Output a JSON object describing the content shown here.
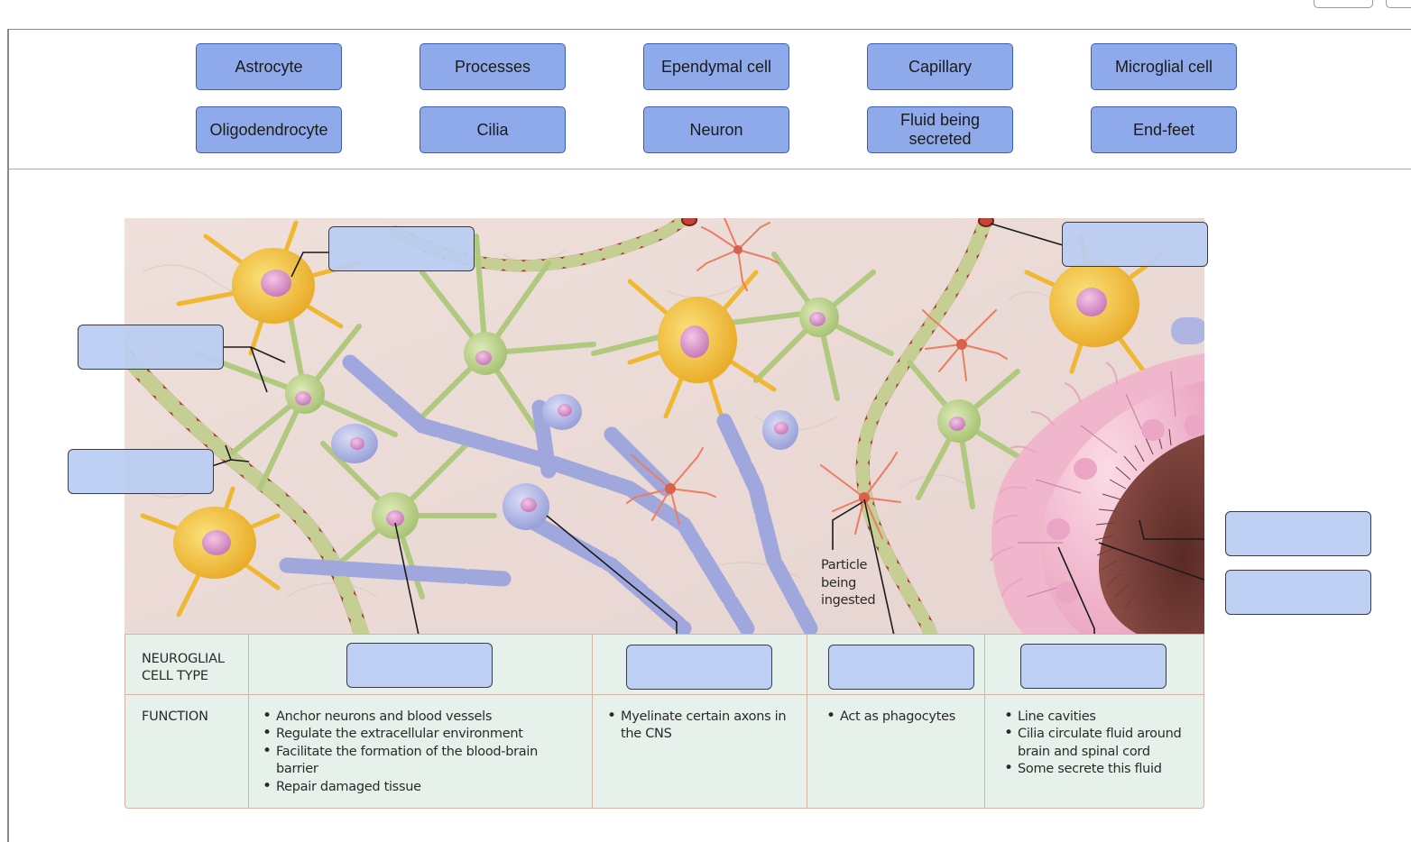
{
  "word_bank": {
    "row1": [
      "Astrocyte",
      "Processes",
      "Ependymal cell",
      "Capillary",
      "Microglial cell"
    ],
    "row2": [
      "Oligodendrocyte",
      "Cilia",
      "Neuron",
      "Fluid being\nsecreted",
      "End-feet"
    ]
  },
  "figure": {
    "particle_label": "Particle\nbeing\ningested",
    "table": {
      "row_headers": [
        "NEUROGLIAL\nCELL TYPE",
        "FUNCTION"
      ],
      "functions": [
        [
          "Anchor neurons and blood vessels",
          "Regulate the extracellular environment",
          "Facilitate the formation of the blood-brain barrier",
          "Repair damaged tissue"
        ],
        [
          "Myelinate certain axons in the CNS"
        ],
        [
          "Act as phagocytes"
        ],
        [
          "Line cavities",
          "Cilia circulate fluid around brain and spinal cord",
          "Some secrete this fluid"
        ]
      ]
    }
  },
  "colors": {
    "chip_fill": "#8faaea",
    "chip_border": "#3d5fb3",
    "drop_fill": "#b9ccf2",
    "astrocyte": "#f2c23a",
    "neuron_green": "#b9d08a",
    "oligodendrocyte": "#aeb5e3",
    "microglia": "#ee8a6a",
    "ependymal": "#f4bfd0",
    "capillary": "#b23a28",
    "table_fill": "#e7f1ec"
  }
}
